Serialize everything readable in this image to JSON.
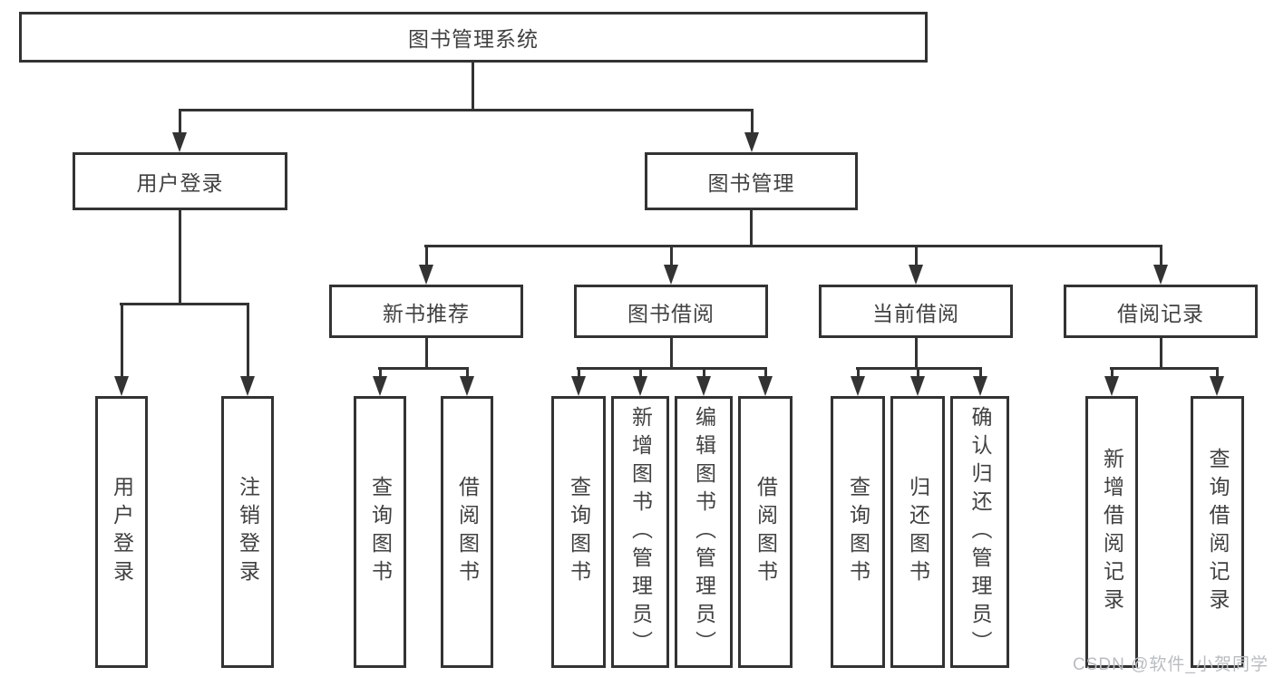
{
  "watermark": "CSDN @软件_小贺同学",
  "diagram_colors": {
    "line": "#333333",
    "text": "#414141",
    "watermark_text": "#b9bdc1",
    "background": "#ffffff"
  },
  "tree": {
    "root": {
      "label": "图书管理系统"
    },
    "branches": [
      {
        "label": "用户登录",
        "children": [
          {
            "label": "用户登录"
          },
          {
            "label": "注销登录"
          }
        ]
      },
      {
        "label": "图书管理",
        "children": [
          {
            "label": "新书推荐",
            "children": [
              {
                "label": "查询图书"
              },
              {
                "label": "借阅图书"
              }
            ]
          },
          {
            "label": "图书借阅",
            "children": [
              {
                "label": "查询图书"
              },
              {
                "label": "新增图书（管理员）"
              },
              {
                "label": "编辑图书（管理员）"
              },
              {
                "label": "借阅图书"
              }
            ]
          },
          {
            "label": "当前借阅",
            "children": [
              {
                "label": "查询图书"
              },
              {
                "label": "归还图书"
              },
              {
                "label": "确认归还（管理员）"
              }
            ]
          },
          {
            "label": "借阅记录",
            "children": [
              {
                "label": "新增借阅记录"
              },
              {
                "label": "查询借阅记录"
              }
            ]
          }
        ]
      }
    ]
  }
}
